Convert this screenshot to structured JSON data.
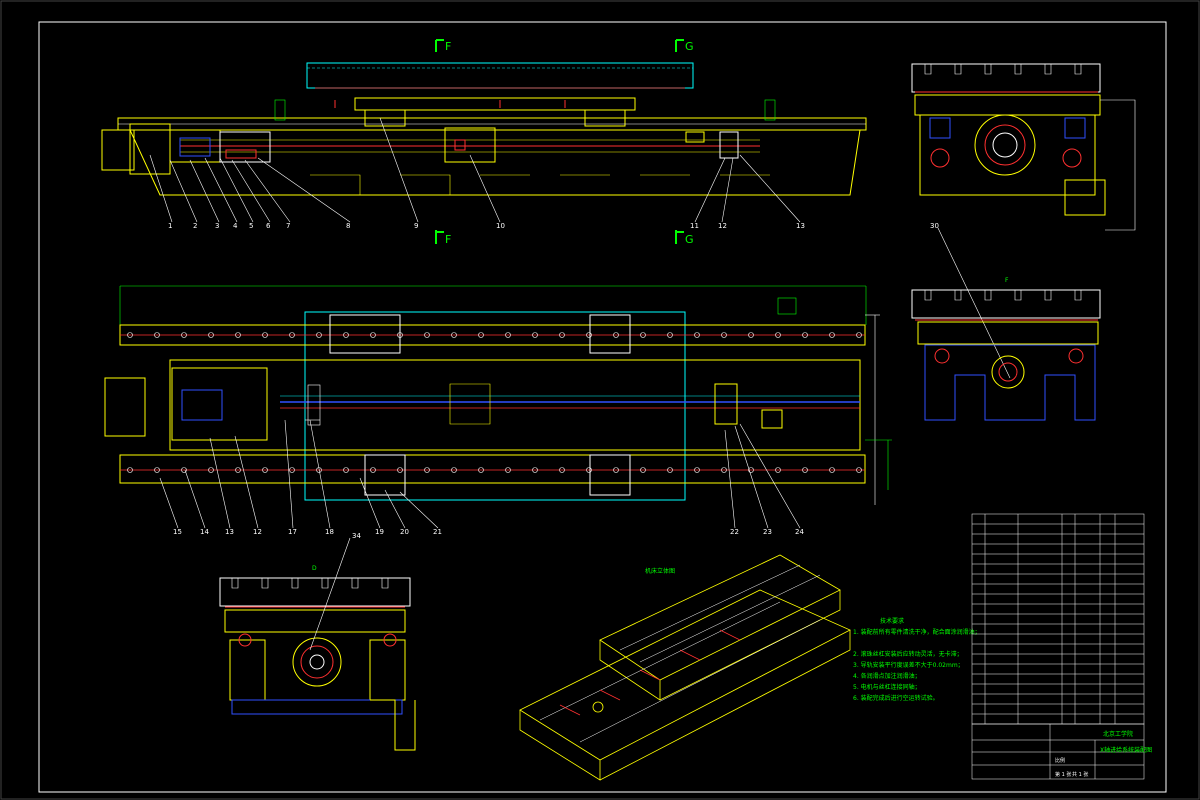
{
  "section_markers": {
    "f_top": "F",
    "g_top": "G",
    "f_bottom": "F",
    "g_bottom": "G",
    "view_f": "F",
    "view_d": "D"
  },
  "leaders_top": [
    "1",
    "2",
    "3",
    "4",
    "5",
    "6",
    "7",
    "8",
    "9",
    "10",
    "11",
    "12",
    "13"
  ],
  "leaders_plan": [
    "15",
    "14",
    "13",
    "12",
    "17",
    "18",
    "19",
    "20",
    "21",
    "22",
    "23",
    "24"
  ],
  "leader_side_30": "30",
  "leader_d_34": "34",
  "iso_caption": "机床立体图",
  "tech_req": {
    "title": "技术要求",
    "items": [
      "1. 装配前所有零件清洗干净，配合面涂润滑油；",
      "2. 滚珠丝杠安装后应转动灵活，无卡滞；",
      "3. 导轨安装平行度误差不大于0.02mm；",
      "4. 各润滑点加注润滑油；",
      "5. 电机与丝杠连接同轴；",
      "6. 装配完成后进行空运转试验。"
    ]
  },
  "title_block": {
    "school": "北京工学院",
    "drawing_title": "X轴进给系统装配图",
    "scale_label": "比例",
    "sheet": "第 1 张",
    "total": "共 1 张"
  },
  "colors": {
    "frame": "#ffffff",
    "yellow": "#ffff00",
    "cyan": "#00ffff",
    "green": "#00ff00",
    "red": "#ff3030",
    "blue": "#3050ff",
    "white": "#ffffff"
  }
}
